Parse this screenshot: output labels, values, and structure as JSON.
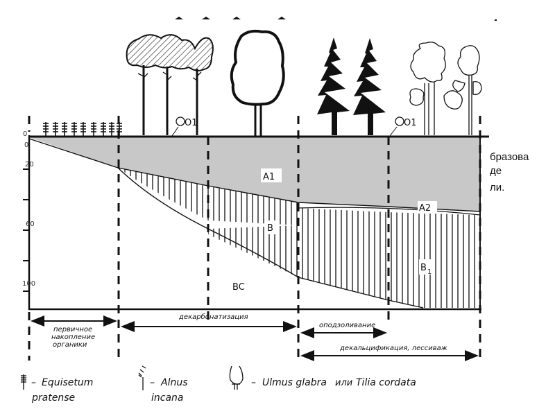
{
  "figure": {
    "title_fragment": "",
    "depth_axis": {
      "unit": "cm",
      "tick_labels": [
        "0",
        "0",
        "20",
        "60",
        "100"
      ]
    },
    "vegetation_zones": [
      {
        "id": "equisetum",
        "plants": "Equisetum pratense",
        "litter_label": ""
      },
      {
        "id": "alnus",
        "plants": "Alnus incana",
        "litter_label": "O1"
      },
      {
        "id": "ulmus",
        "plants": "Ulmus glabra / Tilia cordata",
        "litter_label": ""
      },
      {
        "id": "picea",
        "plants": "spruce",
        "litter_label": ""
      },
      {
        "id": "mixed",
        "plants": "deciduous",
        "litter_label": "O1"
      }
    ],
    "horizons": {
      "a1": "A1",
      "a2": "A2",
      "b": "B",
      "b1_main": "B",
      "b1_sub": "1",
      "bc": "BC"
    },
    "processes": [
      {
        "label": "первичное накопление органики",
        "lines": [
          "первичное",
          "накопление",
          "органики"
        ]
      },
      {
        "label": "декарбонатизация"
      },
      {
        "label": "оподзоливание"
      },
      {
        "label": "декальцификация, лессиваж"
      }
    ],
    "legend": [
      {
        "icon": "equisetum-icon",
        "dash": "–",
        "name_line1": "Equisetum",
        "name_line2": "pratense"
      },
      {
        "icon": "alnus-icon",
        "dash": "–",
        "name_line1": "Alnus",
        "name_line2": "incana"
      },
      {
        "icon": "deciduous-tree-icon",
        "dash": "–",
        "name_a": "Ulmus glabra",
        "conj": "или",
        "name_b": "Tilia cordata"
      }
    ]
  },
  "side_text": {
    "lines": [
      "бразова",
      "де",
      "ли."
    ]
  },
  "colors": {
    "a1_fill": "#c8c8c8",
    "line": "#111111",
    "background": "#ffffff"
  }
}
